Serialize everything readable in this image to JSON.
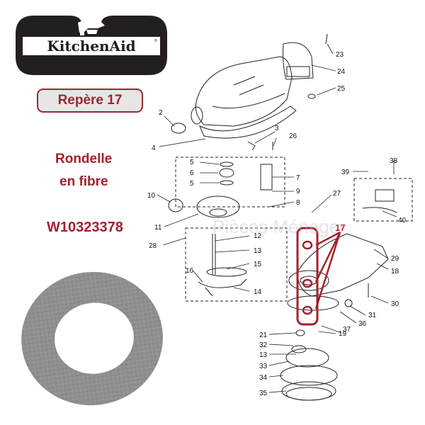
{
  "brand": {
    "logo_text": "KitchenAid"
  },
  "badge": {
    "label": "Repère 17"
  },
  "part": {
    "name_line1": "Rondelle",
    "name_line2": "en fibre",
    "number": "W10323378"
  },
  "diagram": {
    "callouts": [
      "23",
      "24",
      "25",
      "2",
      "4",
      "3",
      "26",
      "5",
      "6",
      "5",
      "7",
      "9",
      "8",
      "27",
      "38",
      "39",
      "40",
      "10",
      "11",
      "28",
      "12",
      "13",
      "15",
      "16",
      "14",
      "17",
      "29",
      "18",
      "30",
      "31",
      "36",
      "37",
      "21",
      "19",
      "32",
      "13",
      "33",
      "34",
      "35"
    ],
    "highlight": "17"
  },
  "colors": {
    "accent": "#a51f2d",
    "logo_bg": "#231f20",
    "washer": "#8f8f8f"
  },
  "watermark": "Pièces Ménager"
}
